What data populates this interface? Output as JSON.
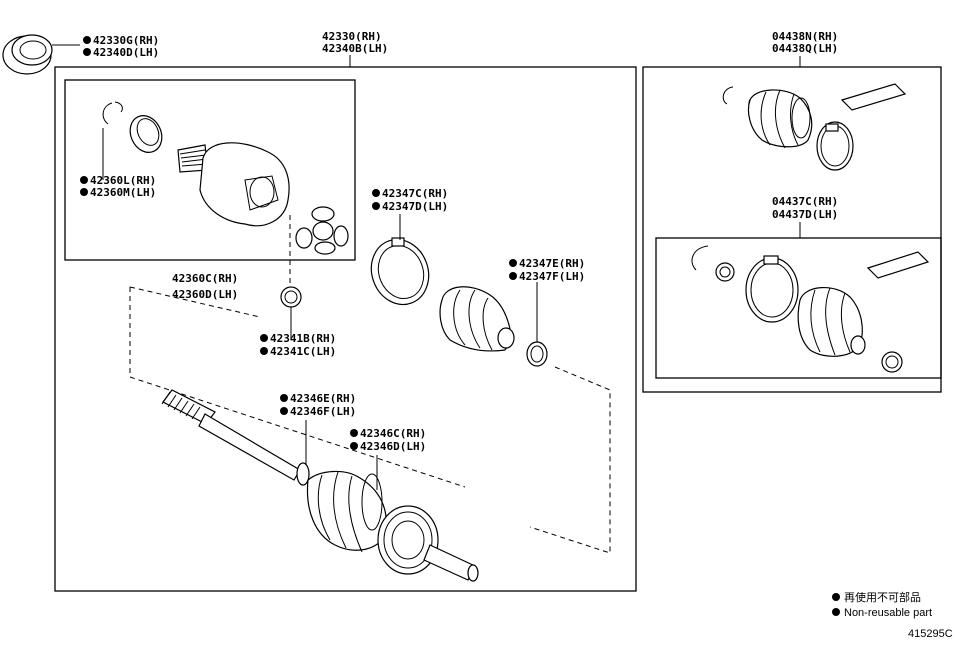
{
  "diagram_id": "415295C",
  "legend": {
    "line1": "再使用不可部品",
    "line2": "Non-reusable part"
  },
  "labels": {
    "outer_bearing": {
      "rh": "42330G(RH)",
      "lh": "42340D(LH)",
      "non_reusable": true
    },
    "shaft_assembly": {
      "rh": "42330(RH)",
      "lh": "42340B(LH)",
      "non_reusable": false
    },
    "inner_joint_snap_ring": {
      "rh": "42360L(RH)",
      "lh": "42360M(LH)",
      "non_reusable": true
    },
    "inner_joint_assembly": {
      "rh": "42360C(RH)",
      "lh": "42360D(LH)",
      "non_reusable": false
    },
    "snap_ring": {
      "rh": "42341B(RH)",
      "lh": "42341C(LH)",
      "non_reusable": true
    },
    "boot_clamp_large": {
      "rh": "42347C(RH)",
      "lh": "42347D(LH)",
      "non_reusable": true
    },
    "boot_clamp_small": {
      "rh": "42347E(RH)",
      "lh": "42347F(LH)",
      "non_reusable": true
    },
    "outboard_boot_clamp": {
      "rh": "42346E(RH)",
      "lh": "42346F(LH)",
      "non_reusable": true
    },
    "outboard_joint_clamp": {
      "rh": "42346C(RH)",
      "lh": "42346D(LH)",
      "non_reusable": true
    },
    "inboard_boot_kit": {
      "rh": "04438N(RH)",
      "lh": "04438Q(LH)",
      "non_reusable": false
    },
    "outboard_boot_kit": {
      "rh": "04437C(RH)",
      "lh": "04437D(LH)",
      "non_reusable": false
    }
  }
}
